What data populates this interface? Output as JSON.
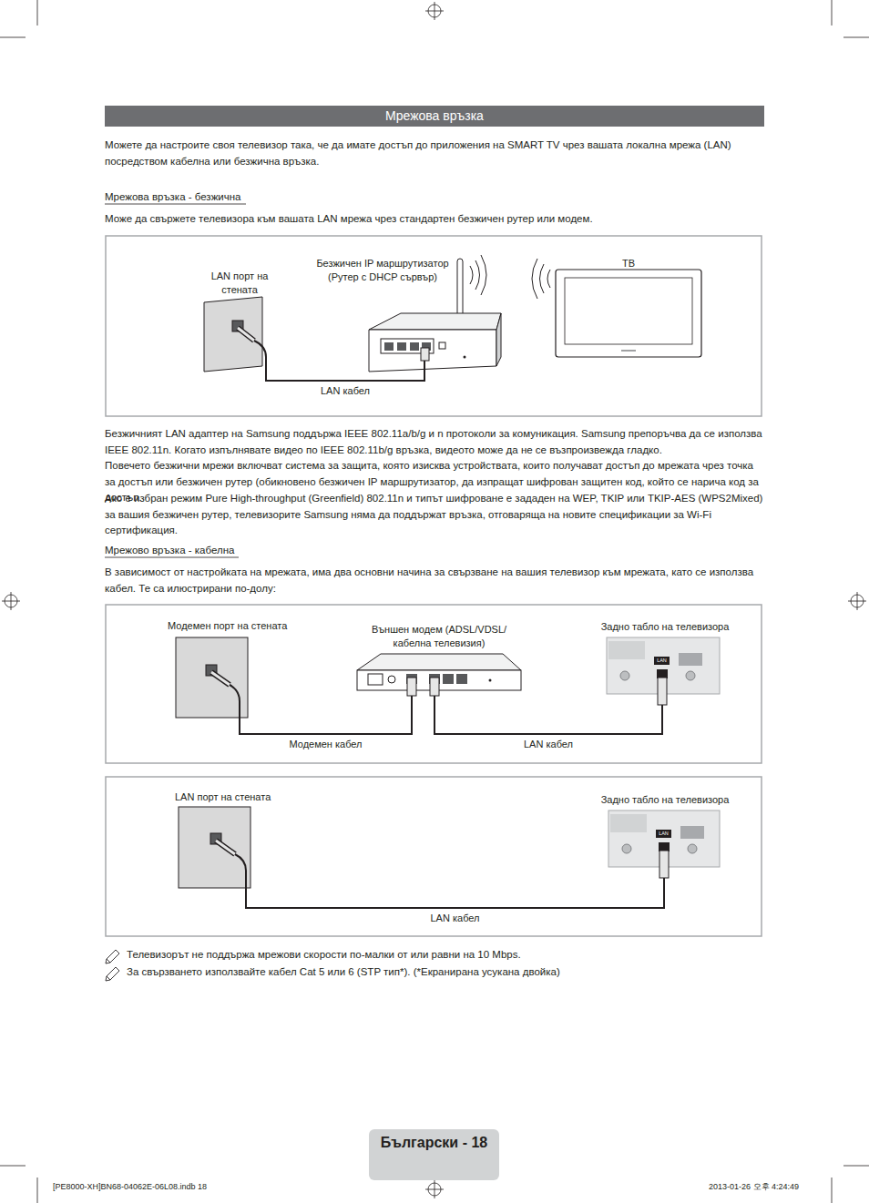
{
  "diagram": {
    "title": "Мрежова връзка",
    "nodes": [
      {
        "text": [
          "LAN порт на стената"
        ]
      },
      {
        "text": [
          "Безжичен IP маршрутизатор (Рутер с DHCP сървър)"
        ]
      },
      {
        "text": [
          "ТВ"
        ]
      },
      {
        "text": [
          "Модемен порт на стената"
        ]
      },
      {
        "text": [
          "Външен модем (ADSL/VDSL/кабелна телевизия)"
        ]
      },
      {
        "text": [
          "Задно табло на телевизора"
        ]
      },
      {
        "text": [
          "LAN порт на стената"
        ]
      },
      {
        "text": [
          "Задно табло на телевизора"
        ]
      }
    ],
    "edges": [
      {
        "from": 0,
        "to": 1,
        "label": "LAN кабел",
        "arrow": "none"
      },
      {
        "from": 3,
        "to": 4,
        "label": "Модемен кабел",
        "arrow": "none"
      },
      {
        "from": 4,
        "to": 5,
        "label": "LAN кабел",
        "arrow": "none"
      },
      {
        "from": 6,
        "to": 7,
        "label": "LAN кабел",
        "arrow": "none"
      }
    ],
    "labels": [
      "Можете да настроите своя телевизор така, че да имате достъп до приложения на SMART TV чрез вашата локална мрежа (LAN) посредством кабелна или безжична връзка.",
      "Мрежова връзка - безжична",
      "Може да свържете телевизора към вашата LAN мрежа чрез стандартен безжичен рутер или модем.",
      "Безжичният LAN адаптер на Samsung поддържа IEEE 802.11a/b/g и n протоколи за комуникация. Samsung препоръчва да се използва IEEE 802.11n. Когато изпълнявате видео по IEEE 802.11b/g връзка, видеото може да не се възпроизвежда гладко.",
      "Повечето безжични мрежи включват система за защита, която изисква устройствата, които получават достъп до мрежата чрез точка за достъп или безжичен рутер (обикновено безжичен IP маршрутизатор, да изпращат шифрован защитен код, който се нарича код за достъп.",
      "Ако е избран режим Pure High-throughput (Greenfield) 802.11n и типът шифроване е зададен на WEP, TKIP или TKIP-AES (WPS2Mixed) за вашия безжичен рутер, телевизорите Samsung няма да поддържат връзка, отговаряща на новите спецификации за Wi-Fi сертификация.",
      "Мрежово връзка - кабелна",
      "В зависимост от настройката на мрежата, има два основни начина за свързване на вашия телевизор към мрежата, като се използва кабел. Те са илюстрирани по-долу:",
      "Телевизорът не поддържа мрежови скорости по-малки от или равни на 10 Mbps.",
      "За свързването използвайте кабел Cat 5 или 6 (STP тип*). (*Екранирана усукана двойка)",
      "Български - 18",
      "[PE8000-XH]BN68-04062E-06L08.indb 18",
      "2013-01-26 오후 4:24:49",
      "LAN",
      "LAN"
    ]
  }
}
